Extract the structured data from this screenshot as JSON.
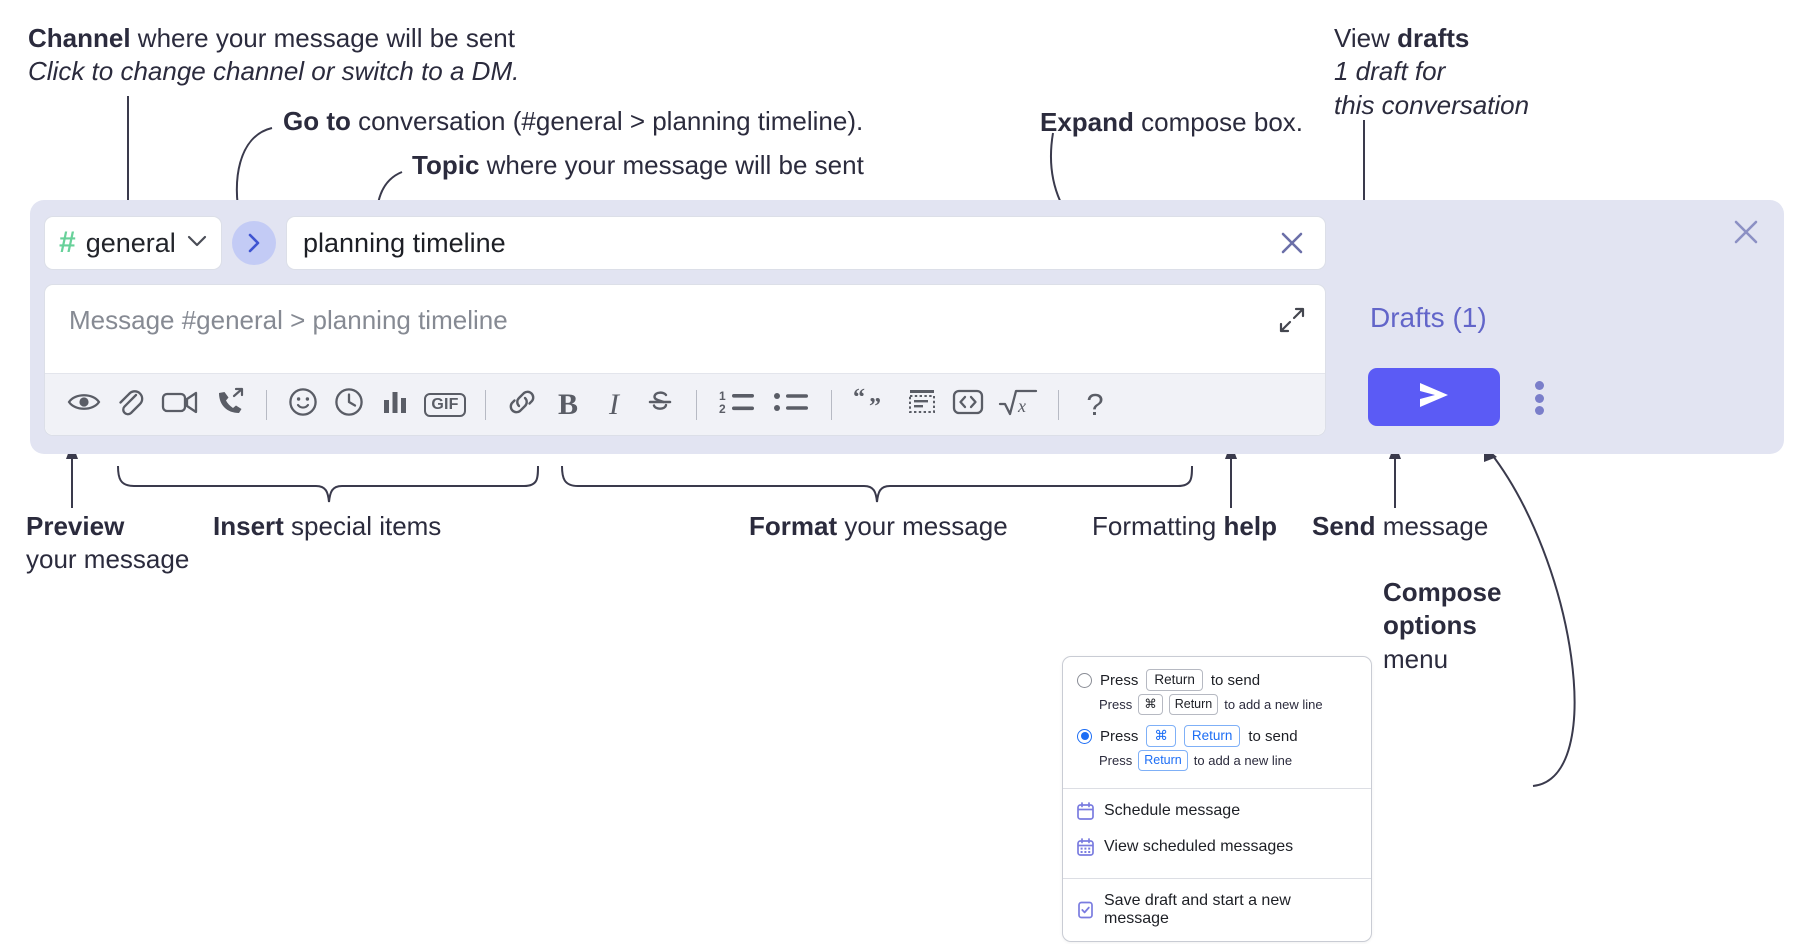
{
  "annotations": {
    "channel": {
      "bold": "Channel",
      "rest": " where your message will be sent",
      "italic": "Click to change channel or switch to a DM."
    },
    "goto": {
      "bold": "Go to",
      "rest": " conversation (#general > planning timeline)."
    },
    "topic": {
      "bold": "Topic",
      "rest": " where your message will be sent"
    },
    "expand": {
      "bold": "Expand",
      "rest": " compose box."
    },
    "drafts": {
      "line1a": "View ",
      "line1b": "drafts",
      "italic1": "1 draft for",
      "italic2": "this conversation"
    },
    "preview": {
      "bold": "Preview",
      "rest": "your message"
    },
    "insert": {
      "bold": "Insert",
      "rest": " special items"
    },
    "format": {
      "bold": "Format",
      "rest": " your message"
    },
    "help": {
      "plain": "Formatting ",
      "bold": "help"
    },
    "send": {
      "bold": "Send",
      "rest": " message"
    },
    "compose_options": {
      "bold1": "Compose",
      "bold2": "options",
      "rest": "menu"
    }
  },
  "compose": {
    "channel": {
      "hash": "#",
      "name": "general",
      "chevron": "chevron-down"
    },
    "goto_button_icon": "chevron-right",
    "topic": {
      "value": "planning timeline",
      "clear_icon": "close-icon"
    },
    "message": {
      "placeholder": "Message #general > planning timeline",
      "expand_icon": "expand-icon"
    },
    "toolbar_groups": [
      {
        "name": "preview",
        "items": [
          {
            "id": "preview",
            "icon": "eye-icon"
          }
        ]
      },
      {
        "name": "insert",
        "items": [
          {
            "id": "attach",
            "icon": "paperclip-icon"
          },
          {
            "id": "video",
            "icon": "video-camera-icon"
          },
          {
            "id": "huddle",
            "icon": "phone-forward-icon"
          }
        ]
      },
      {
        "name": "insert-2",
        "items": [
          {
            "id": "emoji",
            "icon": "emoji-icon"
          },
          {
            "id": "schedule",
            "icon": "clock-icon"
          },
          {
            "id": "poll",
            "icon": "bar-chart-icon"
          },
          {
            "id": "gif",
            "icon": "gif-icon",
            "label": "GIF"
          }
        ]
      },
      {
        "name": "format",
        "items": [
          {
            "id": "link",
            "icon": "link-icon"
          },
          {
            "id": "bold",
            "icon": "bold-icon",
            "label": "B"
          },
          {
            "id": "italic",
            "icon": "italic-icon",
            "label": "I"
          },
          {
            "id": "strikethrough",
            "icon": "strikethrough-icon"
          }
        ]
      },
      {
        "name": "format-2",
        "items": [
          {
            "id": "ordered-list",
            "icon": "ordered-list-icon"
          },
          {
            "id": "bulleted-list",
            "icon": "bulleted-list-icon"
          }
        ]
      },
      {
        "name": "format-3",
        "items": [
          {
            "id": "blockquote",
            "icon": "blockquote-icon"
          },
          {
            "id": "code",
            "icon": "code-icon"
          },
          {
            "id": "code-block",
            "icon": "code-block-icon"
          },
          {
            "id": "math",
            "icon": "math-icon"
          }
        ]
      },
      {
        "name": "help",
        "items": [
          {
            "id": "help",
            "icon": "question-mark-icon",
            "label": "?"
          }
        ]
      }
    ],
    "panel": {
      "close_icon": "close-icon",
      "drafts_label": "Drafts (1)",
      "send_icon": "send-icon",
      "kebab_icon": "more-options-icon"
    }
  },
  "menu": {
    "option1": {
      "selected": false,
      "press": "Press",
      "key": "Return",
      "tail": "to send",
      "sub_press": "Press",
      "sub_key1": "⌘",
      "sub_key2": "Return",
      "sub_tail": "to add a new line"
    },
    "option2": {
      "selected": true,
      "press": "Press",
      "key1": "⌘",
      "key2": "Return",
      "tail": "to send",
      "sub_press": "Press",
      "sub_key": "Return",
      "sub_tail": "to add a new line"
    },
    "items": [
      {
        "id": "schedule-message",
        "icon": "calendar-icon",
        "label": "Schedule message"
      },
      {
        "id": "view-scheduled-messages",
        "icon": "calendar-grid-icon",
        "label": "View scheduled messages"
      },
      {
        "id": "save-draft",
        "icon": "save-draft-icon",
        "label": "Save draft and start a new message"
      }
    ]
  },
  "colors": {
    "accent": "#5b5bf5",
    "compose_bg": "#e2e4f2",
    "hash_green": "#68d19a",
    "drafts_link": "#6265c9",
    "text": "#2b2b3d"
  }
}
